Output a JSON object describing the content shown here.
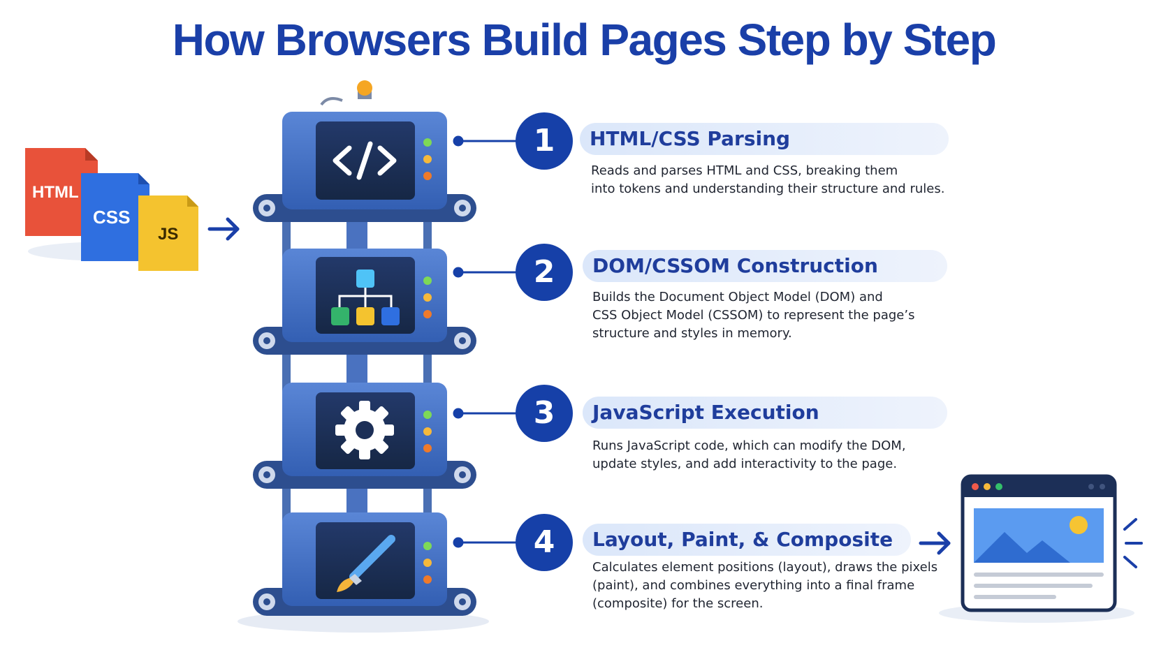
{
  "title": "How Browsers Build Pages Step by Step",
  "files": {
    "html": "HTML",
    "css": "CSS",
    "js": "JS"
  },
  "steps": [
    {
      "number": "1",
      "title": "HTML/CSS Parsing",
      "lines": [
        "Reads and parses HTML and CSS, breaking them",
        "into tokens and understanding their structure and rules."
      ],
      "icon": "code-icon"
    },
    {
      "number": "2",
      "title": "DOM/CSSOM Construction",
      "lines": [
        "Builds the Document Object Model (DOM) and",
        "CSS Object Model (CSSOM) to represent the page’s",
        "structure and styles in memory."
      ],
      "icon": "tree-icon"
    },
    {
      "number": "3",
      "title": "JavaScript Execution",
      "lines": [
        "Runs JavaScript code, which can modify the DOM,",
        "update styles, and add interactivity to the page."
      ],
      "icon": "gear-icon"
    },
    {
      "number": "4",
      "title": "Layout, Paint, & Composite",
      "lines": [
        "Calculates element positions (layout), draws the pixels",
        "(paint), and combines everything into a final frame",
        "(composite) for the screen."
      ],
      "icon": "paintbrush-icon"
    }
  ],
  "colors": {
    "title": "#1a3fa8",
    "machine": "#3f6fc7",
    "screen": "#1c2f57",
    "html_file": "#e8523a",
    "css_file": "#2f6fe0",
    "js_file": "#f4c32f",
    "step_badge": "#1640a8"
  }
}
